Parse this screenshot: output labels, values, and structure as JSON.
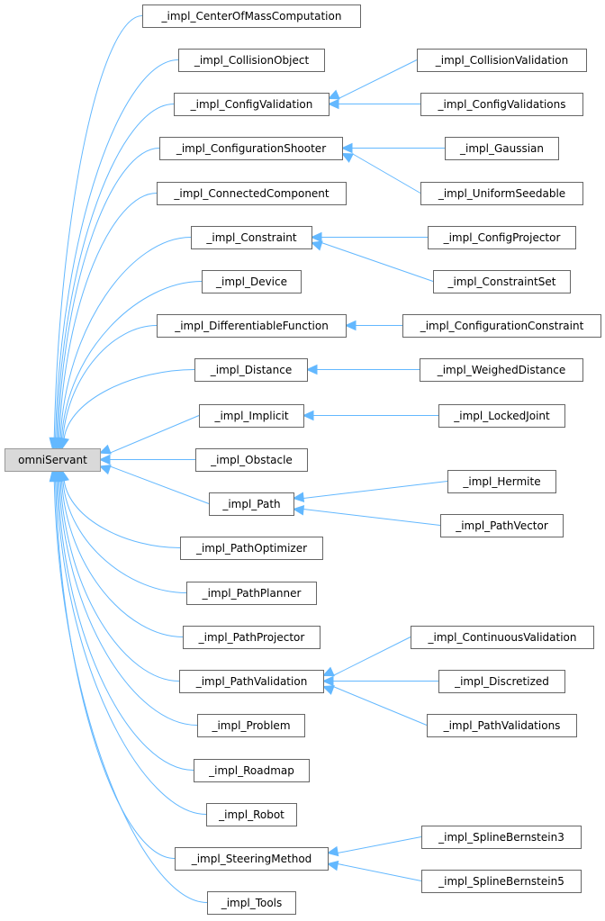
{
  "diagram": {
    "type": "class-inheritance-graph",
    "colors": {
      "edge": "#63b8ff",
      "root_fill": "#d9d9d9",
      "node_border": "#666666"
    },
    "root": "omniServant",
    "nodes": [
      "omniServant",
      "_impl_CenterOfMassComputation",
      "_impl_CollisionObject",
      "_impl_ConfigValidation",
      "_impl_ConfigurationShooter",
      "_impl_ConnectedComponent",
      "_impl_Constraint",
      "_impl_Device",
      "_impl_DifferentiableFunction",
      "_impl_Distance",
      "_impl_Implicit",
      "_impl_Obstacle",
      "_impl_Path",
      "_impl_PathOptimizer",
      "_impl_PathPlanner",
      "_impl_PathProjector",
      "_impl_PathValidation",
      "_impl_Problem",
      "_impl_Roadmap",
      "_impl_Robot",
      "_impl_SteeringMethod",
      "_impl_Tools",
      "_impl_CollisionValidation",
      "_impl_ConfigValidations",
      "_impl_Gaussian",
      "_impl_UniformSeedable",
      "_impl_ConfigProjector",
      "_impl_ConstraintSet",
      "_impl_ConfigurationConstraint",
      "_impl_WeighedDistance",
      "_impl_LockedJoint",
      "_impl_Hermite",
      "_impl_PathVector",
      "_impl_ContinuousValidation",
      "_impl_Discretized",
      "_impl_PathValidations",
      "_impl_SplineBernstein3",
      "_impl_SplineBernstein5"
    ],
    "edges": [
      [
        "_impl_CenterOfMassComputation",
        "omniServant"
      ],
      [
        "_impl_CollisionObject",
        "omniServant"
      ],
      [
        "_impl_ConfigValidation",
        "omniServant"
      ],
      [
        "_impl_ConfigurationShooter",
        "omniServant"
      ],
      [
        "_impl_ConnectedComponent",
        "omniServant"
      ],
      [
        "_impl_Constraint",
        "omniServant"
      ],
      [
        "_impl_Device",
        "omniServant"
      ],
      [
        "_impl_DifferentiableFunction",
        "omniServant"
      ],
      [
        "_impl_Distance",
        "omniServant"
      ],
      [
        "_impl_Implicit",
        "omniServant"
      ],
      [
        "_impl_Obstacle",
        "omniServant"
      ],
      [
        "_impl_Path",
        "omniServant"
      ],
      [
        "_impl_PathOptimizer",
        "omniServant"
      ],
      [
        "_impl_PathPlanner",
        "omniServant"
      ],
      [
        "_impl_PathProjector",
        "omniServant"
      ],
      [
        "_impl_PathValidation",
        "omniServant"
      ],
      [
        "_impl_Problem",
        "omniServant"
      ],
      [
        "_impl_Roadmap",
        "omniServant"
      ],
      [
        "_impl_Robot",
        "omniServant"
      ],
      [
        "_impl_SteeringMethod",
        "omniServant"
      ],
      [
        "_impl_Tools",
        "omniServant"
      ],
      [
        "_impl_CollisionValidation",
        "_impl_ConfigValidation"
      ],
      [
        "_impl_ConfigValidations",
        "_impl_ConfigValidation"
      ],
      [
        "_impl_Gaussian",
        "_impl_ConfigurationShooter"
      ],
      [
        "_impl_UniformSeedable",
        "_impl_ConfigurationShooter"
      ],
      [
        "_impl_ConfigProjector",
        "_impl_Constraint"
      ],
      [
        "_impl_ConstraintSet",
        "_impl_Constraint"
      ],
      [
        "_impl_ConfigurationConstraint",
        "_impl_DifferentiableFunction"
      ],
      [
        "_impl_WeighedDistance",
        "_impl_Distance"
      ],
      [
        "_impl_LockedJoint",
        "_impl_Implicit"
      ],
      [
        "_impl_Hermite",
        "_impl_Path"
      ],
      [
        "_impl_PathVector",
        "_impl_Path"
      ],
      [
        "_impl_ContinuousValidation",
        "_impl_PathValidation"
      ],
      [
        "_impl_Discretized",
        "_impl_PathValidation"
      ],
      [
        "_impl_PathValidations",
        "_impl_PathValidation"
      ],
      [
        "_impl_SplineBernstein3",
        "_impl_SteeringMethod"
      ],
      [
        "_impl_SplineBernstein5",
        "_impl_SteeringMethod"
      ]
    ]
  }
}
